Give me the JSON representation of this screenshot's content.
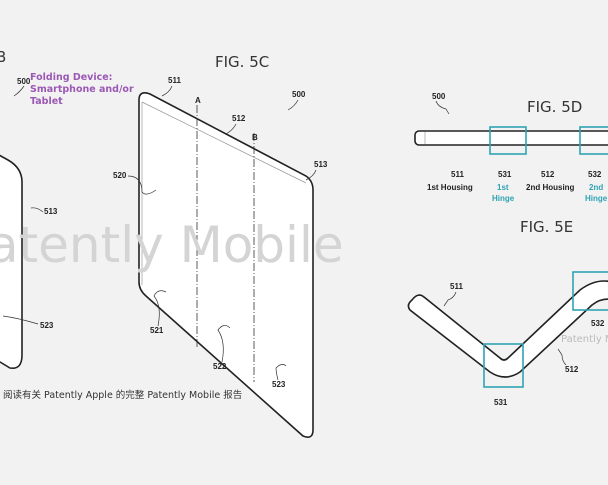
{
  "watermark": "Patently Mobile",
  "watermark_small": "Patently M",
  "fig_5b": {
    "title_fragment": "B",
    "ref_500": "500",
    "ref_513": "513",
    "ref_523": "523",
    "annotation": [
      "Folding Device:",
      "Smartphone and/or",
      "Tablet"
    ]
  },
  "fig_5c": {
    "title": "FIG. 5C",
    "ref_511": "511",
    "ref_500": "500",
    "ref_512": "512",
    "ref_513": "513",
    "ref_520": "520",
    "ref_521": "521",
    "ref_522": "522",
    "ref_523": "523",
    "axis_a": "A",
    "axis_b": "B"
  },
  "fig_5d": {
    "title": "FIG. 5D",
    "ref_500": "500",
    "ref_511": "511",
    "ref_531": "531",
    "ref_512": "512",
    "ref_532": "532",
    "label_1st_housing": "1st Housing",
    "label_1st_hinge": [
      "1st",
      "Hinge"
    ],
    "label_2nd_housing": "2nd Housing",
    "label_2nd_hinge": [
      "2nd",
      "Hinge"
    ]
  },
  "fig_5e": {
    "title": "FIG. 5E",
    "ref_511": "511",
    "ref_531": "531",
    "ref_532": "532",
    "ref_512": "512"
  },
  "caption": "阅读有关 Patently Apple 的完整 Patently Mobile 报告",
  "colors": {
    "hinge_highlight": "#2fa3b3",
    "annotation": "#9b58b5",
    "background": "#f2f2f2"
  }
}
